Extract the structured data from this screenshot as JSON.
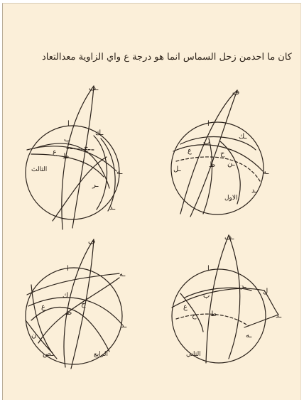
{
  "document": {
    "heading": "كان ما احدمن زحل السماس انما هو درجة ع واي الزاوية معدالتعاد"
  },
  "colors": {
    "paper": "#fbefd9",
    "ink": "#2a211a",
    "border": "#b9ad98"
  },
  "figures": [
    {
      "position": "top-left",
      "caption": "الثالث",
      "labels": [
        "ـف",
        "ا",
        "ب",
        "ط",
        "ج",
        "ع",
        "ـه",
        "ـد",
        "ـك",
        "ـر"
      ]
    },
    {
      "position": "top-right",
      "caption": "الاول",
      "labels": [
        "ف",
        "ا",
        "ب",
        "ط",
        "ح",
        "ع",
        "ـه",
        "ـد",
        "ـك",
        "ـل",
        "ـن"
      ]
    },
    {
      "position": "bottom-left",
      "caption": "الرابع",
      "labels": [
        "ف",
        "ا",
        "ع",
        "ط",
        "ح",
        "ك",
        "ـه",
        "ـد",
        "ن",
        "ـص"
      ]
    },
    {
      "position": "bottom-right",
      "caption": "الثاني",
      "labels": [
        "ـف",
        "ا",
        "ب",
        "ط",
        "ح",
        "ع",
        "ـه",
        "ـد",
        "ل",
        "ـن"
      ]
    }
  ]
}
